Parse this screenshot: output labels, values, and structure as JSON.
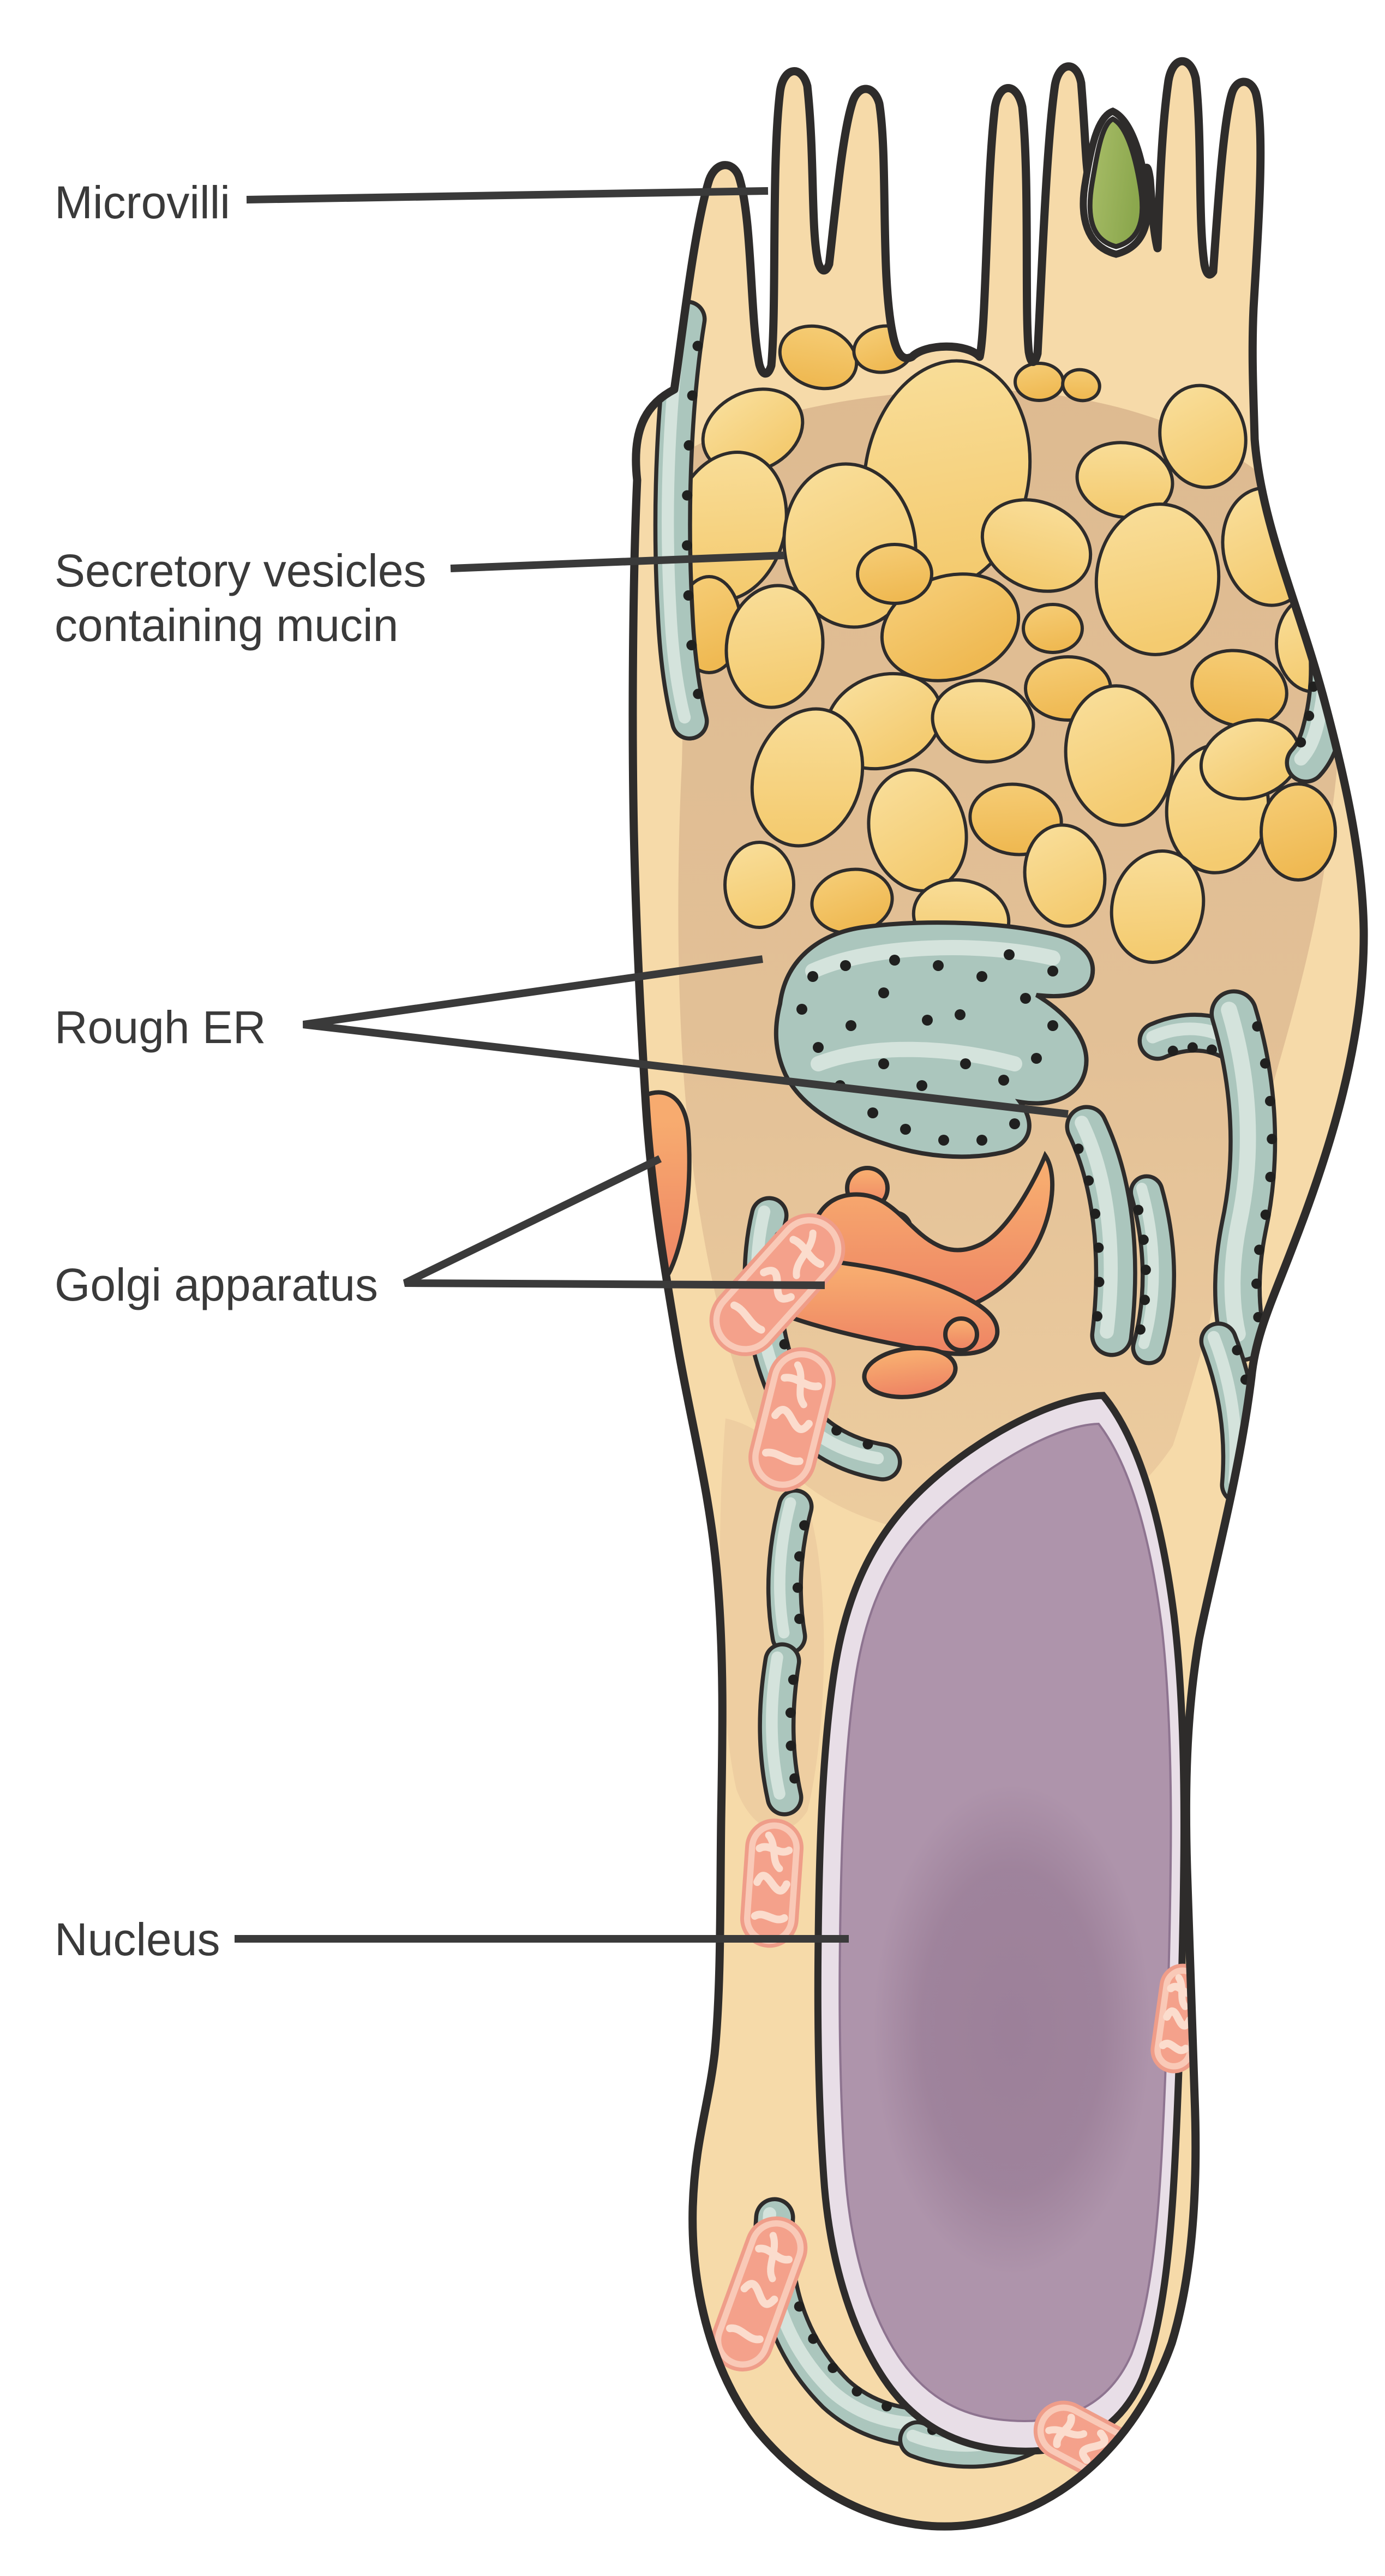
{
  "figure": {
    "kind": "biology-diagram",
    "subject": "Goblet cell (mucous secreting epithelial cell), longitudinal section"
  },
  "labels": {
    "microvilli": "Microvilli",
    "secretory_line1": "Secretory vesicles",
    "secretory_line2": "containing mucin",
    "rough_er": "Rough ER",
    "golgi": "Golgi apparatus",
    "nucleus": "Nucleus"
  },
  "unlabeled_structures": [
    "mitochondrion-icon",
    "green-mucin-vesicle-icon",
    "nucleolus-icon",
    "ribosome-dots-icon"
  ],
  "palette": {
    "background": "#ffffff",
    "outline": "#2e2c2b",
    "label_text": "#3a3a3a",
    "leader_line": "#3a3a3a",
    "cell_rim": "#F6DAA9",
    "cell_inner": "#DCB98F",
    "vesicle_light": "#F9DF9C",
    "vesicle_gold": "#F6CE78",
    "green_vesicle": "#9CB45C",
    "er_fill": "#ABC6BD",
    "er_dot": "#20201f",
    "golgi_orange": "#F7AB6F",
    "golgi_shadow": "#EE8263",
    "mito_outer": "#F9C9B7",
    "mito_inner": "#F4A18B",
    "nucleus_ring": "#E8DEE7",
    "nucleus_fill": "#AE94AB",
    "nucleolus": "#9C8099"
  }
}
